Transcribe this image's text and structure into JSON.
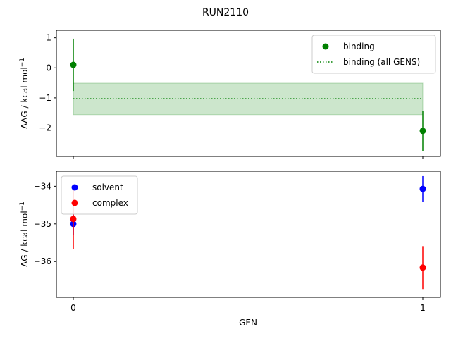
{
  "chart_data": {
    "title": "RUN2110",
    "xlabel": "GEN",
    "x_ticks": [
      0,
      1
    ],
    "panels": [
      {
        "type": "scatter",
        "ylabel": "ΔΔG / kcal mol",
        "ylabel_sup": "−1",
        "ylim": [
          -2.95,
          1.25
        ],
        "yticks": [
          1,
          0,
          -1,
          -2
        ],
        "ytick_labels": [
          "1",
          "0",
          "−1",
          "−2"
        ],
        "legend_position": "upper right",
        "series": [
          {
            "name": "binding",
            "color": "#008000",
            "x": [
              0,
              1
            ],
            "y": [
              0.1,
              -2.1
            ],
            "yerr": [
              0.87,
              0.67
            ]
          }
        ],
        "reference_line": {
          "name": "binding (all GENS)",
          "color": "#008000",
          "style": "dotted",
          "y": -1.03,
          "band": [
            -1.56,
            -0.51
          ],
          "x_range": [
            0,
            1
          ]
        }
      },
      {
        "type": "scatter",
        "ylabel": "ΔG / kcal mol",
        "ylabel_sup": "−1",
        "ylim": [
          -36.95,
          -33.6
        ],
        "yticks": [
          -34,
          -35,
          -36
        ],
        "ytick_labels": [
          "−34",
          "−35",
          "−36"
        ],
        "legend_position": "upper left",
        "series": [
          {
            "name": "solvent",
            "color": "#0000ff",
            "x": [
              0,
              1
            ],
            "y": [
              -35.0,
              -34.07
            ],
            "yerr": [
              0.3,
              0.34
            ]
          },
          {
            "name": "complex",
            "color": "#ff0000",
            "x": [
              0,
              1
            ],
            "y": [
              -34.87,
              -36.16
            ],
            "yerr": [
              0.8,
              0.57
            ]
          }
        ]
      }
    ]
  }
}
